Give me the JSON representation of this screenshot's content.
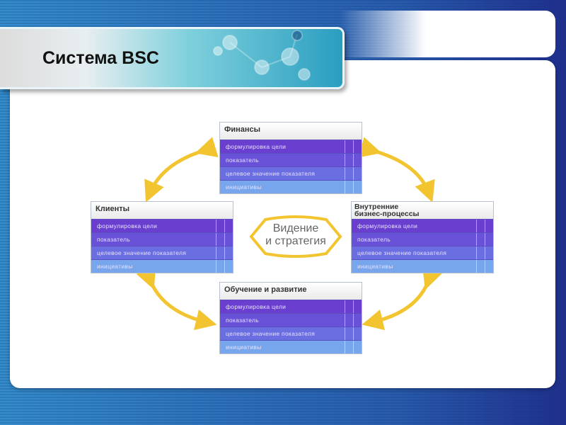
{
  "title": "Система BSC",
  "center": {
    "line1": "Видение",
    "line2": "и стратегия"
  },
  "rows": [
    "формулировка цели",
    "показатель",
    "целевое значение показателя",
    "инициативы"
  ],
  "boxes": {
    "finance": "Финансы",
    "clients": "Клиенты",
    "internal1": "Внутренние",
    "internal2": "бизнес-процессы",
    "learning": "Обучение и развитие"
  },
  "colors": {
    "arrow": "#f2c530",
    "row": "#6a3fd0"
  }
}
